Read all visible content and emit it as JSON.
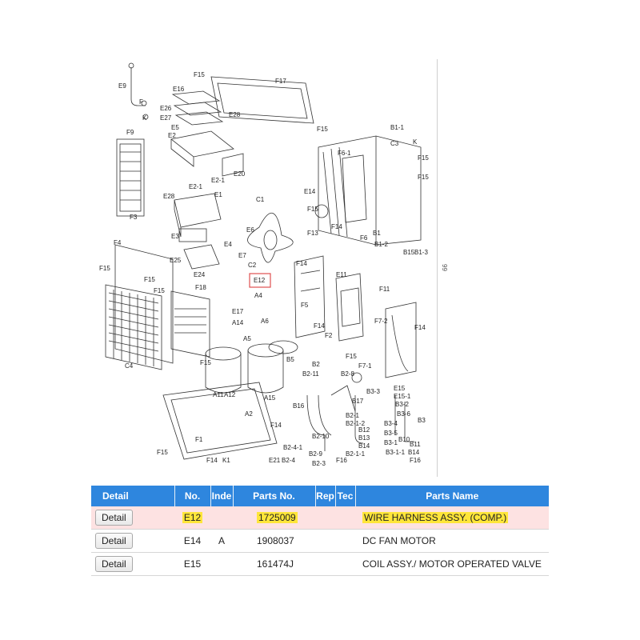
{
  "diagram": {
    "page_number": "99",
    "labels": [
      "F15",
      "F17",
      "E9",
      "F",
      "K",
      "E16",
      "E26",
      "E27",
      "E28",
      "F15",
      "E5",
      "E2",
      "B1-1",
      "C3",
      "K",
      "F9",
      "F6-1",
      "F15",
      "F15",
      "E2-1",
      "E20",
      "F3",
      "E28",
      "E1",
      "E2-1",
      "C1",
      "E14",
      "F15",
      "E6",
      "F13",
      "F14",
      "F6",
      "B1",
      "B1-2",
      "B15",
      "B1-3",
      "E3",
      "E4",
      "E7",
      "F4",
      "E25",
      "F15",
      "C2",
      "E24",
      "F14",
      "E11",
      "F15",
      "F15",
      "E12",
      "A4",
      "F5",
      "F11",
      "F18",
      "E17",
      "F7-2",
      "A14",
      "A6",
      "A5",
      "F2",
      "F14",
      "F15",
      "B5",
      "B2",
      "B2-11",
      "F7-1",
      "F15",
      "C4",
      "A11",
      "A12",
      "A15",
      "B2-8",
      "E15",
      "E15-1",
      "B3-3",
      "B17",
      "B3-2",
      "F14",
      "B16",
      "B2-1",
      "B3-6",
      "A2",
      "B2-1-2",
      "B3-4",
      "F14",
      "B12",
      "B13",
      "B3-5",
      "B10",
      "F1",
      "B2-10",
      "B14",
      "B3-1",
      "B11",
      "F15",
      "E21",
      "B2-4",
      "B2-4-1",
      "B2-9",
      "F16",
      "B2-3",
      "B2-1-1",
      "B3-1-1",
      "B14",
      "F14",
      "K1",
      "F16",
      "B3"
    ]
  },
  "table": {
    "headers": {
      "detail": "Detail",
      "no": "No.",
      "index": "Inde",
      "parts_no": "Parts No.",
      "rep": "Rep",
      "tec": "Tec",
      "parts_name": "Parts Name"
    },
    "rows": [
      {
        "detail_label": "Detail",
        "no": "E12",
        "index": "",
        "parts_no": "1725009",
        "rep": "",
        "tec": "",
        "parts_name": "WIRE HARNESS ASSY. (COMP.)"
      },
      {
        "detail_label": "Detail",
        "no": "E14",
        "index": "A",
        "parts_no": "1908037",
        "rep": "",
        "tec": "",
        "parts_name": "DC FAN MOTOR"
      },
      {
        "detail_label": "Detail",
        "no": "E15",
        "index": "",
        "parts_no": "161474J",
        "rep": "",
        "tec": "",
        "parts_name": "COIL ASSY./ MOTOR OPERATED VALVE"
      }
    ]
  },
  "colors": {
    "header_bg": "#2e86de",
    "highlight_row": "#fde2e2",
    "highlight_text": "#ffe63a",
    "callout_box": "#e05050"
  }
}
